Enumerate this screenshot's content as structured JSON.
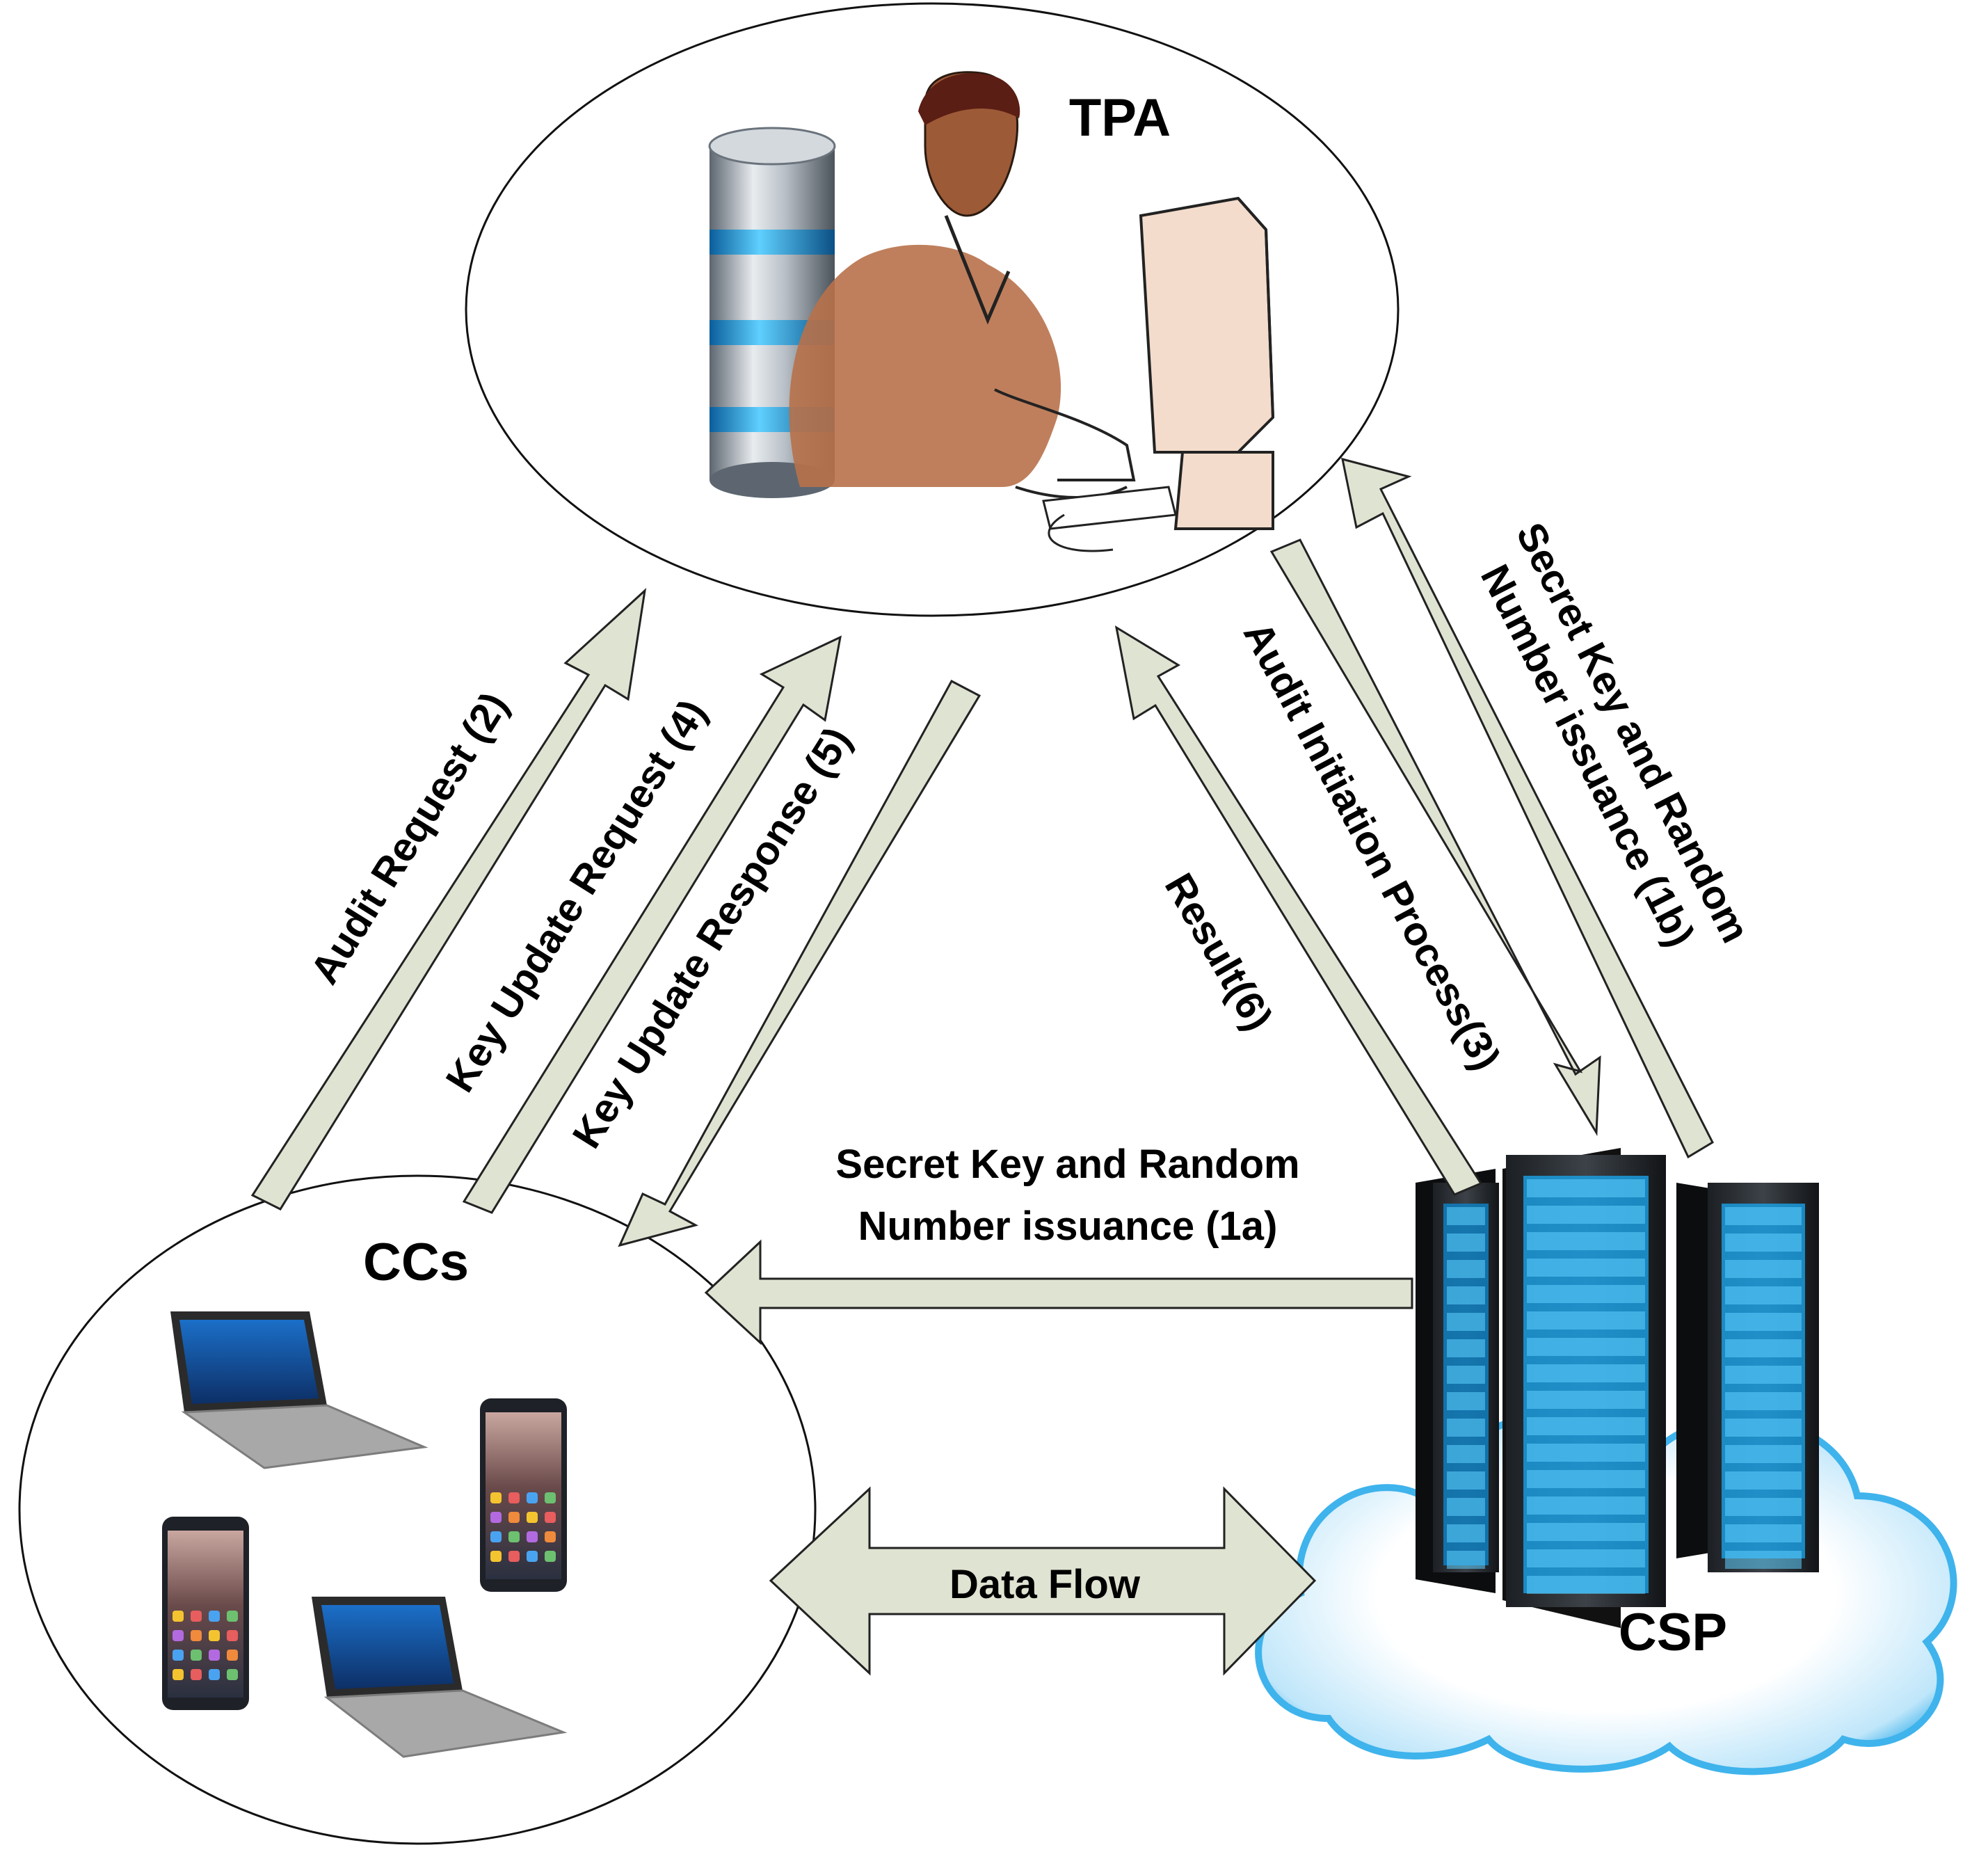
{
  "nodes": {
    "tpa": "TPA",
    "ccs": "CCs",
    "csp": "CSP"
  },
  "arrows": {
    "audit_request": "Audit Request (2)",
    "key_update_request": "Key Update Request (4)",
    "key_update_response": "Key Update Response (5)",
    "result": "Result(6)",
    "audit_initiation": "Audit Initiation Process(3)",
    "secret_key_1b_line1": "Secret Key and Random",
    "secret_key_1b_line2": "Number issuance (1b)",
    "secret_key_1a_line1": "Secret Key and Random",
    "secret_key_1a_line2": "Number issuance (1a)",
    "data_flow": "Data Flow"
  },
  "colors": {
    "arrow_fill": "#dfe3d2",
    "server_blue": "#1aa3e8",
    "cloud_blue": "#3fb3ec",
    "skin": "#b8714a"
  },
  "icons": [
    "database-cylinder-icon",
    "auditor-person-icon",
    "computer-monitor-icon",
    "laptop-icon",
    "smartphone-icon",
    "server-rack-icon",
    "cloud-icon"
  ]
}
